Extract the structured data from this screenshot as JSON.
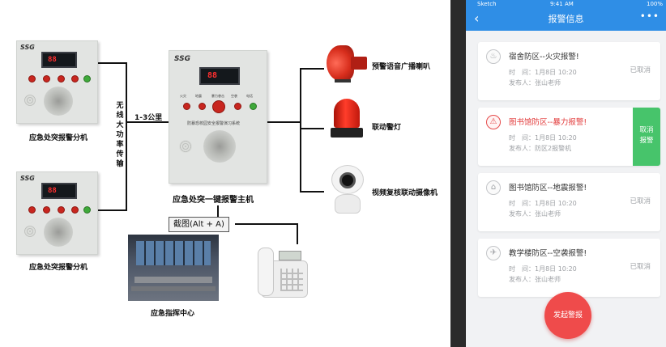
{
  "diagram": {
    "brand": "SSG",
    "sub_unit_label": "应急处突报警分机",
    "main_unit_label": "应急处突一键报警主机",
    "wireless_label": "无线大功率传输",
    "distance_label": "1-3公里",
    "speaker_label": "预警语音广播喇叭",
    "light_label": "联动警灯",
    "camera_label": "视频复核联动摄像机",
    "command_center_label": "应急指挥中心",
    "main_panel_text": "防暴恐校园安全报警演习系统",
    "button_labels": [
      "火灾",
      "地震",
      "暴力袭击",
      "空袭",
      "电话"
    ]
  },
  "tooltip": "截图(Alt + A)",
  "phone": {
    "status": {
      "carrier": "Sketch",
      "time": "9:41 AM",
      "battery": "100%"
    },
    "nav": {
      "title": "报警信息",
      "back_icon": "‹",
      "more_icon": "•••"
    },
    "alerts": [
      {
        "icon": "fire-icon",
        "title": "宿舍防区--火灾报警!",
        "time": "时　间：1月8日 10:20",
        "publisher": "发布人：张山老师",
        "status": "已取消"
      },
      {
        "icon": "siren-icon",
        "title": "图书馆防区--暴力报警!",
        "time": "时　间：1月8日 10:20",
        "publisher": "发布人：防区2报警机",
        "action": "取消\n报警"
      },
      {
        "icon": "building-icon",
        "title": "图书馆防区--地震报警!",
        "time": "时　间：1月8日 10:20",
        "publisher": "发布人：张山老师",
        "status": "已取消"
      },
      {
        "icon": "plane-icon",
        "title": "教学楼防区--空袭报警!",
        "time": "时　间：1月8日 10:20",
        "publisher": "发布人：张山老师",
        "status": "已取消"
      }
    ],
    "alarm_button": "发起警报"
  }
}
